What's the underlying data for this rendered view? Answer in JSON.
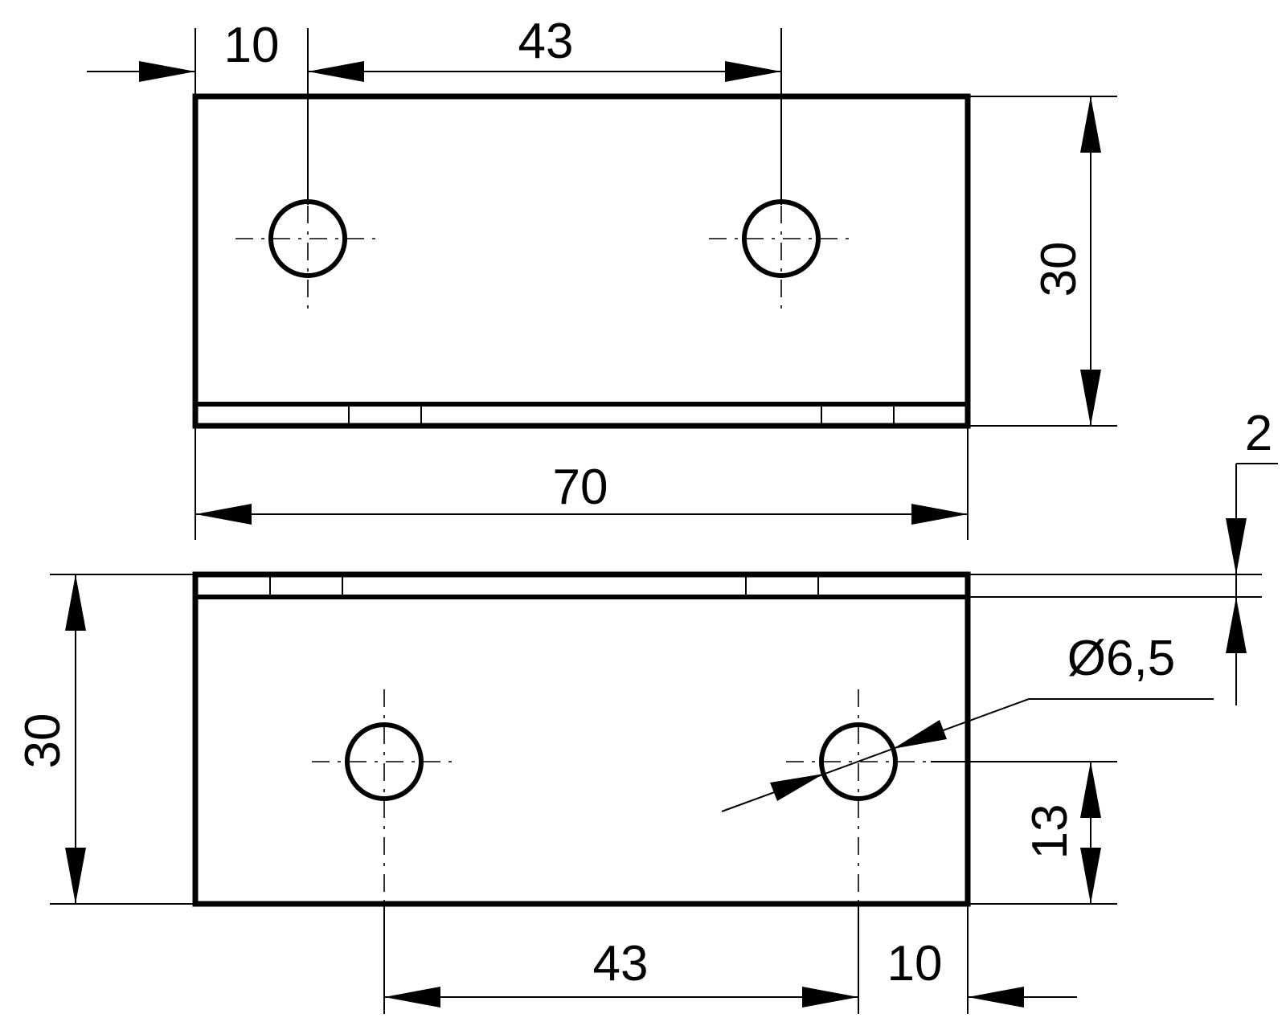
{
  "colors": {
    "line": "#000000",
    "background": "#ffffff"
  },
  "dimensions": {
    "top_hole_offset": "10",
    "top_hole_spacing": "43",
    "top_height": "30",
    "overall_width": "70",
    "thickness": "2",
    "bottom_height": "30",
    "hole_diameter": "Ø6,5",
    "bottom_hole_height": "13",
    "bottom_hole_spacing": "43",
    "bottom_hole_offset": "10"
  }
}
